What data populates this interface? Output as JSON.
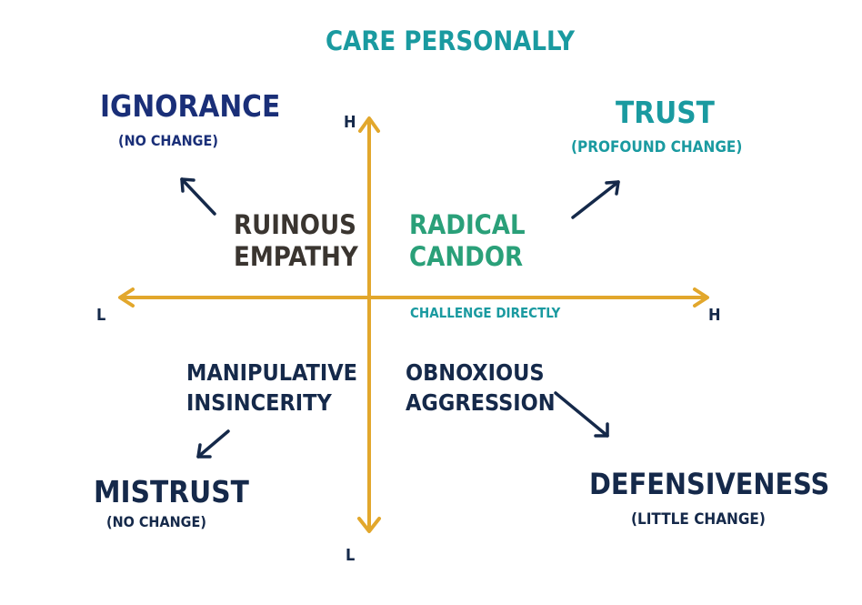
{
  "title": "CARE PERSONALLY",
  "axes": {
    "y_high": "H",
    "y_low": "L",
    "x_low": "L",
    "x_high": "H",
    "x_label": "CHALLENGE DIRECTLY"
  },
  "quadrants": {
    "top_left": [
      "RUINOUS",
      "EMPATHY"
    ],
    "top_right": [
      "RADICAL",
      "CANDOR"
    ],
    "bottom_left": [
      "MANIPULATIVE",
      "INSINCERITY"
    ],
    "bottom_right": [
      "OBNOXIOUS",
      "AGGRESSION"
    ]
  },
  "outcomes": {
    "top_left": {
      "title": "IGNORANCE",
      "subtitle": "(NO CHANGE)"
    },
    "top_right": {
      "title": "TRUST",
      "subtitle": "(PROFOUND CHANGE)"
    },
    "bottom_left": {
      "title": "MISTRUST",
      "subtitle": "(NO CHANGE)"
    },
    "bottom_right": {
      "title": "DEFENSIVENESS",
      "subtitle": "(LITTLE CHANGE)"
    }
  },
  "colors": {
    "axis": "#e2a72c",
    "teal": "#1a9aa0",
    "navy": "#15294a",
    "green": "#2aa079",
    "brown": "#3a3530",
    "dark_blue": "#1a2f78"
  }
}
